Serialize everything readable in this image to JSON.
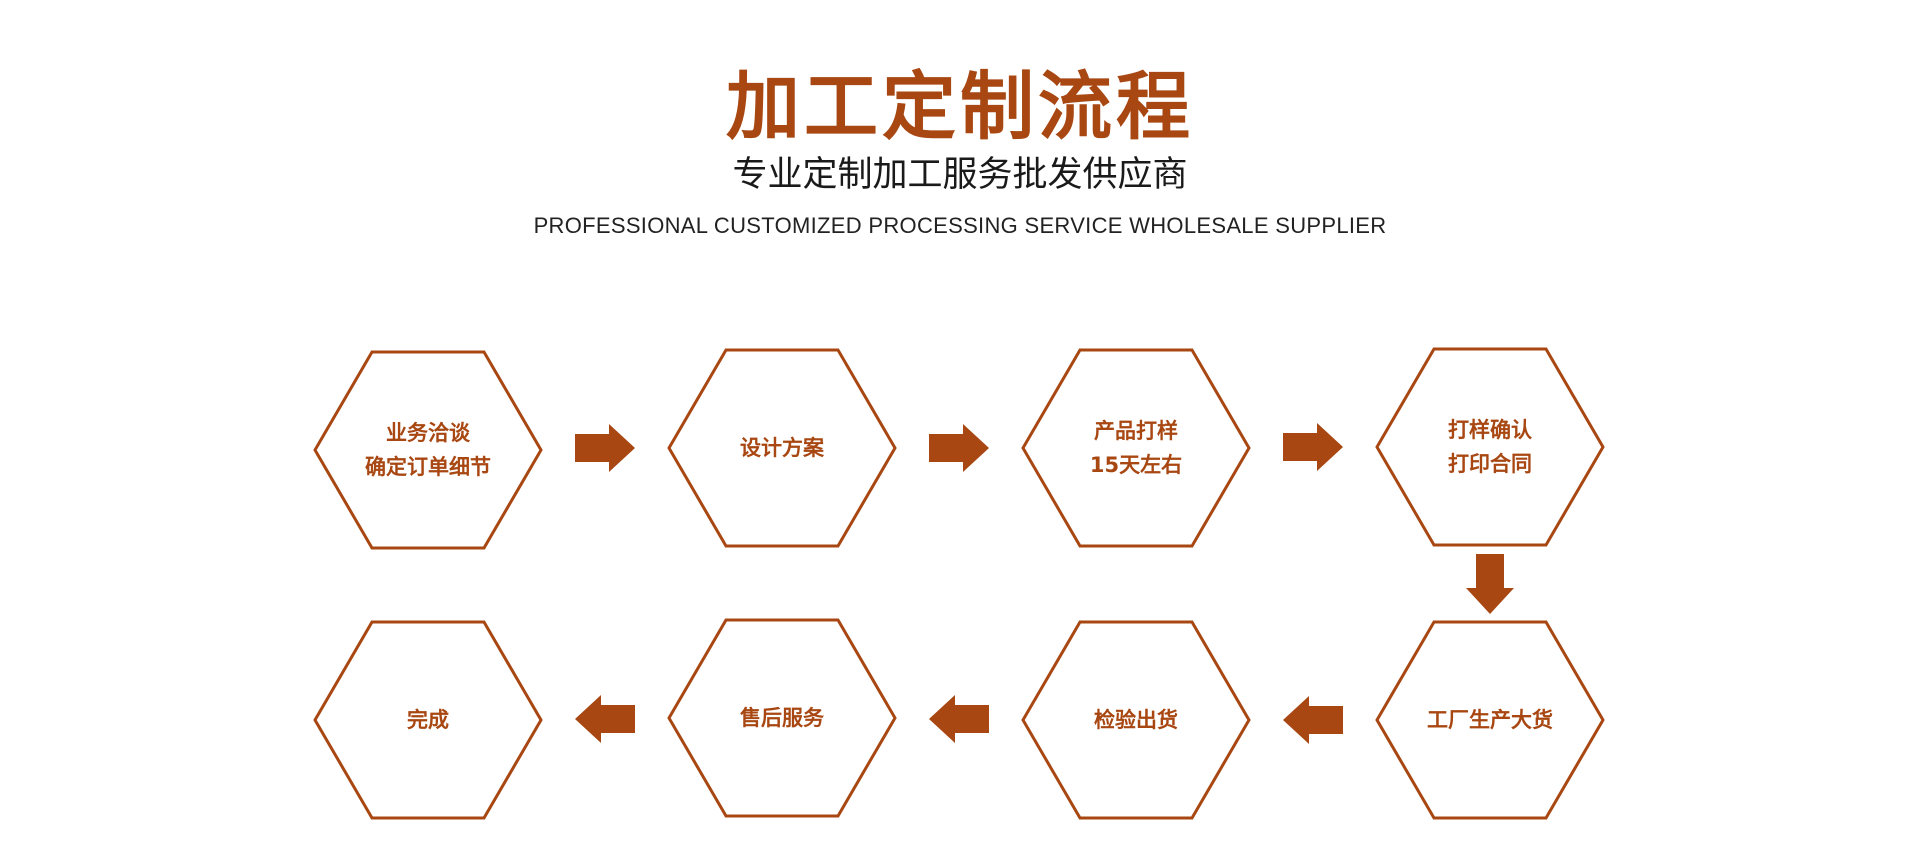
{
  "header": {
    "title": "加工定制流程",
    "subtitle": "专业定制加工服务批发供应商",
    "tagline": "PROFESSIONAL CUSTOMIZED PROCESSING SERVICE WHOLESALE SUPPLIER"
  },
  "colors": {
    "accent": "#A84712",
    "text": "#1a1a1a"
  },
  "steps": [
    {
      "lines": [
        "业务洽谈",
        "确定订单细节"
      ]
    },
    {
      "lines": [
        "设计方案"
      ]
    },
    {
      "lines": [
        "产品打样",
        "15天左右"
      ]
    },
    {
      "lines": [
        "打样确认",
        "打印合同"
      ]
    },
    {
      "lines": [
        "工厂生产大货"
      ]
    },
    {
      "lines": [
        "检验出货"
      ]
    },
    {
      "lines": [
        "售后服务"
      ]
    },
    {
      "lines": [
        "完成"
      ]
    }
  ]
}
